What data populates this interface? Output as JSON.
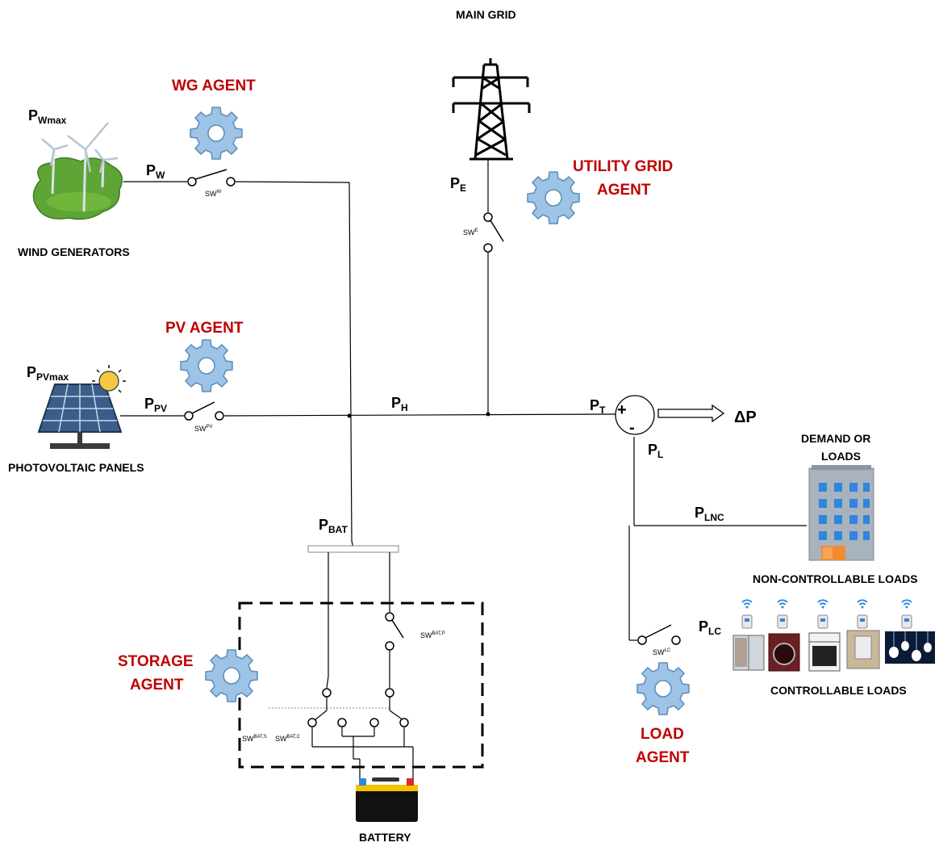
{
  "title": "MAIN GRID",
  "colors": {
    "agent_text": "#c00000",
    "gear": "#9dc3e6",
    "gear_stroke": "#5b8db8",
    "grass": "#5fa535",
    "building": "#a9b3bd",
    "window": "#2e86de",
    "battery": "#111111"
  },
  "agents": {
    "wg": "WG AGENT",
    "utility_line1": "UTILITY GRID",
    "utility_line2": "AGENT",
    "pv": "PV AGENT",
    "storage_line1": "STORAGE",
    "storage_line2": "AGENT",
    "load_line1": "LOAD",
    "load_line2": "AGENT"
  },
  "sources": {
    "wind": "WIND GENERATORS",
    "pv": "PHOTOVOLTAIC PANELS",
    "battery": "BATTERY",
    "demand_line1": "DEMAND OR",
    "demand_line2": "LOADS",
    "noncontrollable": "NON-CONTROLLABLE LOADS",
    "controllable": "CONTROLLABLE LOADS"
  },
  "powers": {
    "wmax": {
      "main": "P",
      "sub": "Wmax"
    },
    "w": {
      "main": "P",
      "sub": "W"
    },
    "e": {
      "main": "P",
      "sub": "E"
    },
    "pvmax": {
      "main": "P",
      "sub": "PVmax"
    },
    "pv": {
      "main": "P",
      "sub": "PV"
    },
    "h": {
      "main": "P",
      "sub": "H"
    },
    "t": {
      "main": "P",
      "sub": "T"
    },
    "l": {
      "main": "P",
      "sub": "L"
    },
    "lnc": {
      "main": "P",
      "sub": "LNC"
    },
    "bat": {
      "main": "P",
      "sub": "BAT"
    },
    "lc": {
      "main": "P",
      "sub": "LC"
    },
    "delta": "ΔP"
  },
  "summing": {
    "plus": "+",
    "minus": "-"
  },
  "switches": {
    "w": {
      "main": "SW",
      "sup": "W"
    },
    "e": {
      "main": "SW",
      "sup": "E"
    },
    "pv": {
      "main": "SW",
      "sup": "PV"
    },
    "lc": {
      "main": "SW",
      "sup": "LC"
    },
    "batp": {
      "main": "SW",
      "sup": "BAT,P"
    },
    "bats": {
      "main": "SW",
      "sup": "BAT,S"
    },
    "batc": {
      "main": "SW",
      "sup": "BAT,C"
    }
  },
  "icons": [
    "wind-turbine-icon",
    "solar-panel-icon",
    "sun-icon",
    "transmission-tower-icon",
    "gear-icon",
    "building-icon",
    "battery-icon",
    "wifi-icon",
    "refrigerator-icon",
    "washing-machine-icon",
    "stove-icon",
    "water-heater-icon",
    "light-bulb-icon"
  ]
}
